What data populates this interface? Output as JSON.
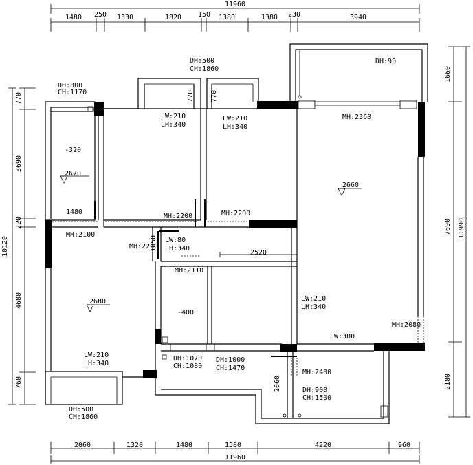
{
  "dimensions": {
    "top_overall": "11960",
    "top_segments": [
      "1480",
      "250",
      "1330",
      "1820",
      "150",
      "1380",
      "1380",
      "230",
      "3940"
    ],
    "bottom_segments": [
      "2060",
      "1320",
      "1480",
      "1580",
      "4220",
      "960"
    ],
    "bottom_overall": "11960",
    "left_overall": "10120",
    "left_segments": [
      "770",
      "3690",
      "220",
      "4680",
      "760"
    ],
    "right_overall": "11990",
    "right_segments": [
      "1660",
      "7690",
      "2180"
    ]
  },
  "labels": {
    "dh800": "DH:800",
    "ch1170": "CH:1170",
    "dh500_top": "DH:500",
    "ch1860_top": "CH:1860",
    "dh90": "DH:90",
    "lw210_a": "LW:210",
    "lh340_a": "LH:340",
    "lw210_b": "LW:210",
    "lh340_b": "LH:340",
    "mh2360": "MH:2360",
    "neg320": "-320",
    "h2670": "2670",
    "h2660": "2660",
    "d1480": "1480",
    "d770_a": "770",
    "d770_b": "770",
    "mh2200_a": "MH:2200",
    "mh2200_b": "MH:2200",
    "mh2100": "MH:2100",
    "mh2200_c": "MH:2200",
    "d1050": "1050",
    "lw80": "LW:80",
    "lh340_c": "LH:340",
    "d2520": "2520",
    "mh2110": "MH:2110",
    "h2680": "2680",
    "neg400": "-400",
    "lw210_c": "LW:210",
    "lh340_d": "LH:340",
    "mh2080": "MH:2080",
    "lw300": "LW:300",
    "lw210_d": "LW:210",
    "lh340_e": "LH:340",
    "dh1070": "DH:1070",
    "ch1080": "CH:1080",
    "dh1000": "DH:1000",
    "ch1470": "CH:1470",
    "mh2400": "MH:2400",
    "d2060": "2060",
    "dh900": "DH:900",
    "ch1500": "CH:1500",
    "dh500_bottom": "DH:500",
    "ch1860_bottom": "CH:1860"
  }
}
